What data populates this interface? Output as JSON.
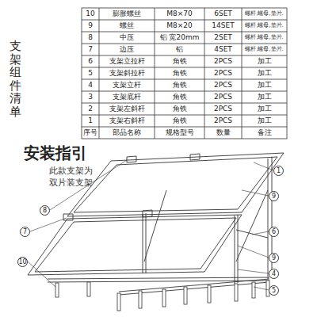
{
  "diagram": {
    "title": "安装指引",
    "nodes": [
      {
        "text": [
          "1"
        ]
      },
      {
        "text": [
          "9"
        ]
      },
      {
        "text": [
          "8"
        ]
      },
      {
        "text": [
          "6"
        ]
      },
      {
        "text": [
          "7"
        ]
      },
      {
        "text": [
          "9"
        ]
      },
      {
        "text": [
          "10"
        ]
      },
      {
        "text": [
          "4"
        ]
      },
      {
        "text": [
          "5"
        ]
      }
    ],
    "labels": [
      "支架组件清单",
      "10",
      "膨胀螺丝",
      "M8×70",
      "6SET",
      "螺杆,螺母,垫片.",
      "9",
      "螺丝",
      "M8×20",
      "14SET",
      "螺杆,螺母,垫片.",
      "8",
      "中压",
      "铝 宽20mm",
      "2SET",
      "螺杆,螺母,垫片.",
      "7",
      "边压",
      "铝",
      "4SET",
      "螺杆,螺母,垫片.",
      "6",
      "支架立拉杆",
      "角铁",
      "2PCS",
      "加工",
      "5",
      "支架斜拉杆",
      "角铁",
      "2PCS",
      "加工",
      "4",
      "支架立杆",
      "角铁",
      "2PCS",
      "加工",
      "3",
      "支架底杆",
      "角铁",
      "2PCS",
      "加工",
      "2",
      "支架左斜杆",
      "角铁",
      "2PCS",
      "加工",
      "1",
      "支架右斜杆",
      "角铁",
      "2PCS",
      "加工",
      "序号",
      "部品名称",
      "规格型号",
      "数量",
      "备注",
      "此款支架为 双片装支架"
    ]
  }
}
